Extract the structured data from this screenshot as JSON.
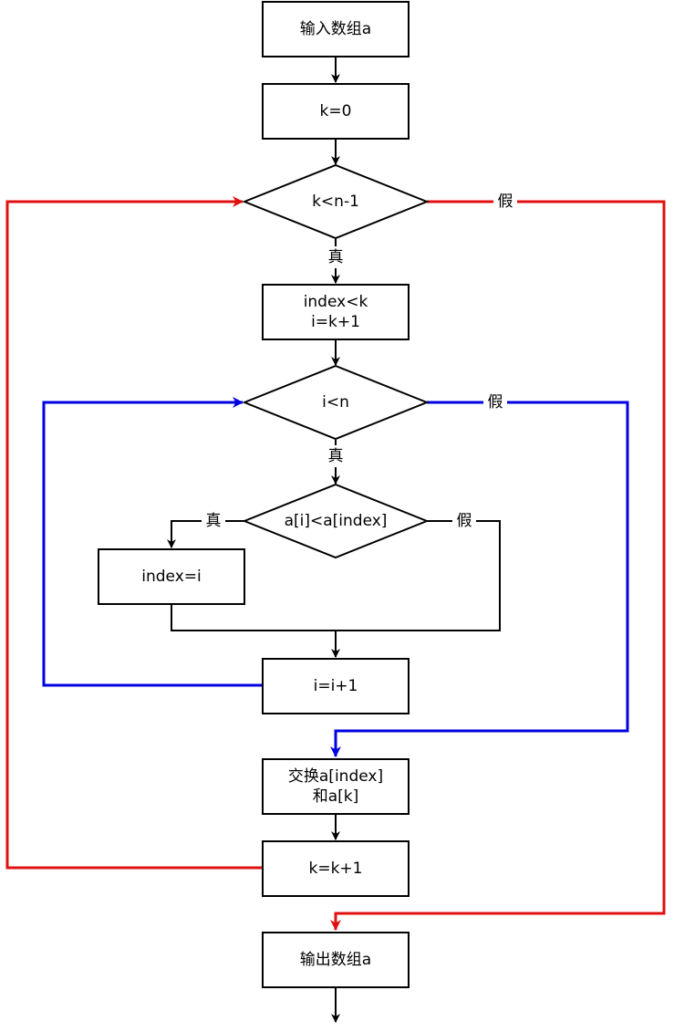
{
  "nodes": {
    "input_array": {
      "text": "输入数组a"
    },
    "init_k": {
      "text": "k=0"
    },
    "outer_cond": {
      "text": "k<n-1"
    },
    "init_index": {
      "line1": "index<k",
      "line2": "i=k+1"
    },
    "inner_cond": {
      "text": "i<n"
    },
    "compare": {
      "text": "a[i]<a[index]"
    },
    "set_index": {
      "text": "index=i"
    },
    "incr_i": {
      "text": "i=i+1"
    },
    "swap": {
      "line1": "交换a[index]",
      "line2": "和a[k]"
    },
    "incr_k": {
      "text": "k=k+1"
    },
    "output_array": {
      "text": "输出数组a"
    }
  },
  "labels": {
    "outer_true": "真",
    "outer_false": "假",
    "inner_true": "真",
    "inner_false": "假",
    "compare_true": "真",
    "compare_false": "假"
  },
  "colors": {
    "main_flow": "#000000",
    "outer_loop": "#e01010",
    "inner_loop": "#0000e0"
  }
}
